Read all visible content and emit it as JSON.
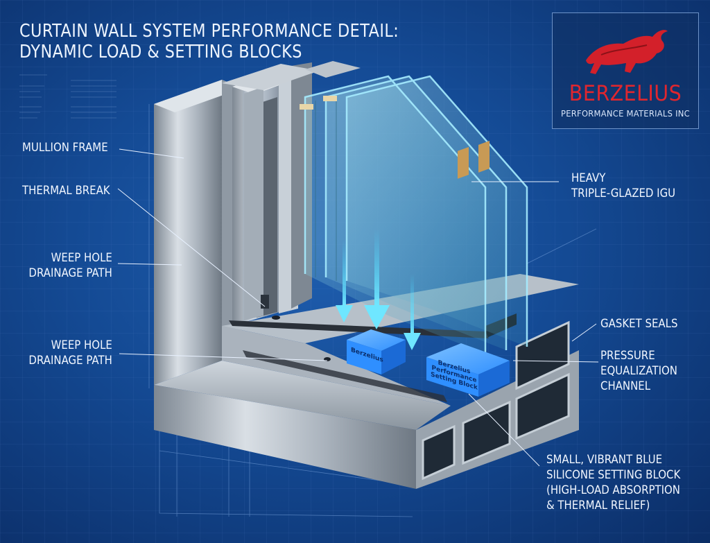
{
  "title_line1": "CURTAIN WALL SYSTEM PERFORMANCE DETAIL:",
  "title_line2": "DYNAMIC LOAD & SETTING BLOCKS",
  "brand": {
    "name": "BERZELIUS",
    "sub": "PERFORMANCE MATERIALS INC",
    "logo_icon": "bull-icon",
    "brand_color": "#e0262e"
  },
  "callouts": {
    "mullion_frame": "MULLION FRAME",
    "thermal_break": "THERMAL BREAK",
    "weep_hole_1_l1": "WEEP HOLE",
    "weep_hole_1_l2": "DRAINAGE PATH",
    "weep_hole_2_l1": "WEEP HOLE",
    "weep_hole_2_l2": "DRAINAGE PATH",
    "igu_l1": "HEAVY",
    "igu_l2": "TRIPLE-GLAZED IGU",
    "gasket": "GASKET SEALS",
    "pressure_l1": "PRESSURE",
    "pressure_l2": "EQUALIZATION",
    "pressure_l3": "CHANNEL",
    "block_l1": "SMALL, VIBRANT BLUE",
    "block_l2": "SILICONE SETTING BLOCK",
    "block_l3": "(HIGH-LOAD ABSORPTION",
    "block_l4": "& THERMAL RELIEF)"
  },
  "setting_blocks": {
    "block_a": "Berzelius",
    "block_b_l1": "Berzelius",
    "block_b_l2": "Performance",
    "block_b_l3": "Setting Block",
    "block_color": "#2f8fff"
  },
  "colors": {
    "background": "#144a94",
    "aluminum": "#b9c2cc",
    "glass": "#8fd4e6",
    "load_arrow": "#46d6ff"
  }
}
